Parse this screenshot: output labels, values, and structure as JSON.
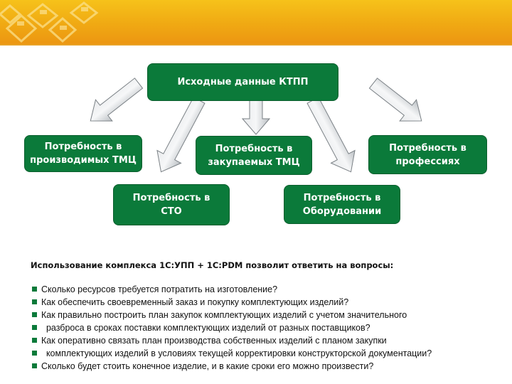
{
  "diagram": {
    "top_box": "Исходные данные КТПП",
    "box_produced": [
      "Потребность в",
      "производимых ТМЦ"
    ],
    "box_purchased": [
      "Потребность в",
      "закупаемых ТМЦ"
    ],
    "box_professions": [
      "Потребность в",
      "профессиях"
    ],
    "box_sto": [
      "Потребность в",
      "СТО"
    ],
    "box_equipment": [
      "Потребность в",
      "Оборудовании"
    ]
  },
  "text": {
    "intro": "Использование комплекса 1С:УПП + 1С:PDM позволит ответить на вопросы:",
    "questions": [
      "Сколько ресурсов требуется потратить на изготовление?",
      "Как обеспечить своевременный заказ и покупку комплектующих изделий?",
      "Как правильно построить план закупок комплектующих изделий с учетом значительного",
      "  разброса в сроках поставки комплектующих изделий от разных поставщиков?",
      "Как оперативно связать план производства собственных изделий с планом закупки",
      "  комплектующих изделий в условиях текущей корректировки конструкторской документации?",
      "Сколько будет стоить конечное изделие, и в какие сроки его можно произвести?"
    ]
  },
  "colors": {
    "box_fill": "#0b7a3a",
    "header": "#f0a913",
    "arrow": "#cfd3d6"
  }
}
